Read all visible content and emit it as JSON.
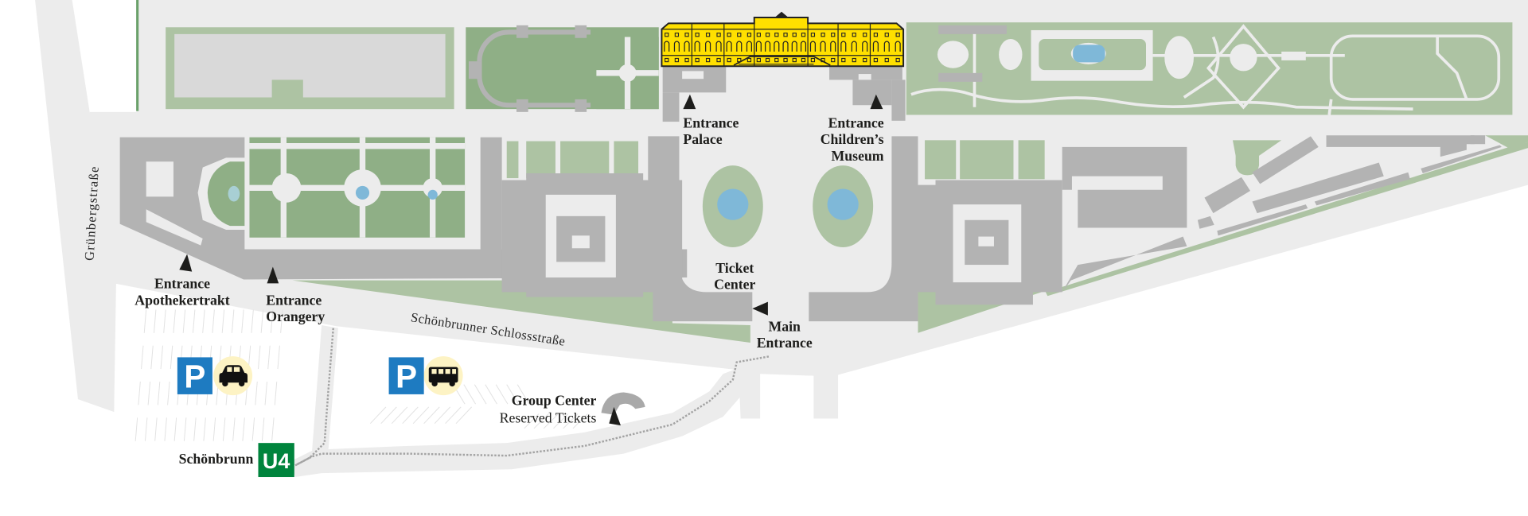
{
  "map": {
    "colors": {
      "ground": "#ececec",
      "building": "#b3b3b3",
      "lawn_light": "#adc3a3",
      "lawn_dark": "#8faf86",
      "water": "#7fb8d8",
      "palace": "#ffe000",
      "parking_blue": "#1e7bc1",
      "vehicle_bg": "#fdf3c4",
      "subway_green": "#00843d"
    },
    "labels": {
      "entrance_palace": [
        "Entrance",
        "Palace"
      ],
      "entrance_childrens_museum": [
        "Entrance",
        "Children’s",
        "Museum"
      ],
      "ticket_center": [
        "Ticket",
        "Center"
      ],
      "main_entrance": [
        "Main",
        "Entrance"
      ],
      "entrance_apothekertrakt": [
        "Entrance",
        "Apothekertrakt"
      ],
      "entrance_orangery": [
        "Entrance",
        "Orangery"
      ],
      "group_center": "Group Center",
      "reserved_tickets": "Reserved Tickets",
      "subway_station": "Schönbrunn"
    },
    "streets": {
      "main_street": "Schönbrunner Schlossstraße",
      "side_street": "Grünbergstraße"
    },
    "parking": [
      {
        "sign": "P",
        "vehicle_icon": "car-icon"
      },
      {
        "sign": "P",
        "vehicle_icon": "bus-icon"
      }
    ],
    "subway": {
      "line": "U4"
    }
  }
}
